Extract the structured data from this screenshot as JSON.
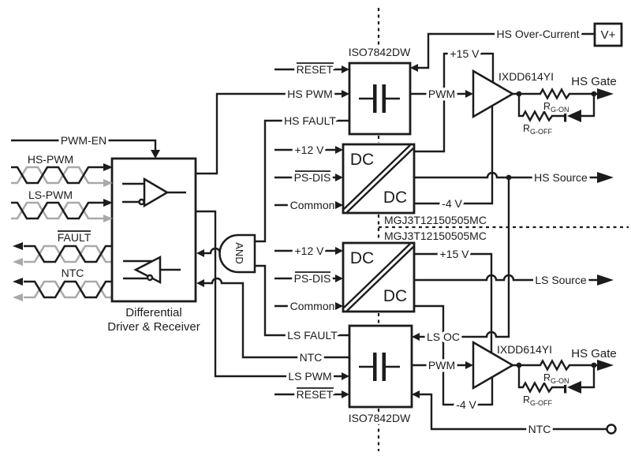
{
  "colors": {
    "line": "#1c1c1c",
    "secondary_wire": "#a9a9a9",
    "background": "#ffffff"
  },
  "labels": {
    "pwm_en": "PWM-EN",
    "hs_pwm_pair": "HS-PWM",
    "ls_pwm_pair": "LS-PWM",
    "fault_pair": "FAULT",
    "ntc_pair": "NTC",
    "diff_line1": "Differential",
    "diff_line2": "Driver & Receiver",
    "and_gate": "AND",
    "reset_top": "RESET",
    "hs_pwm": "HS PWM",
    "hs_fault": "HS FAULT",
    "iso_top": "ISO7842DW",
    "pwm_top": "PWM",
    "plus12_top": "+12 V",
    "ps_dis_top": "PS-DIS",
    "common_top": "Common",
    "dc": "DC",
    "plus15_top": "+15 V",
    "minus4_top": "-4 V",
    "hs_source": "HS Source",
    "hs_over_current": "HS Over-Current",
    "v_plus": "V+",
    "ixdd_top": "IXDD614YI",
    "hs_gate_top": "HS Gate",
    "r": "R",
    "rg_on_sub": "G-ON",
    "rg_off_sub": "G-OFF",
    "mgj_top": "MGJ3T12150505MC",
    "mgj_bottom": "MGJ3T12150505MC",
    "plus12_bottom": "+12 V",
    "ps_dis_bottom": "PS-DIS",
    "common_bottom": "Common",
    "plus15_bottom": "+15 V",
    "minus4_bottom": "-4 V",
    "ls_source": "LS Source",
    "ls_fault": "LS FAULT",
    "ntc_mid": "NTC",
    "ls_pwm": "LS PWM",
    "reset_bottom": "RESET",
    "iso_bottom": "ISO7842DW",
    "ls_oc": "LS OC",
    "pwm_bottom": "PWM",
    "ixdd_bottom": "IXDD614YI",
    "hs_gate_bottom": "HS Gate",
    "ntc_bottom": "NTC"
  }
}
